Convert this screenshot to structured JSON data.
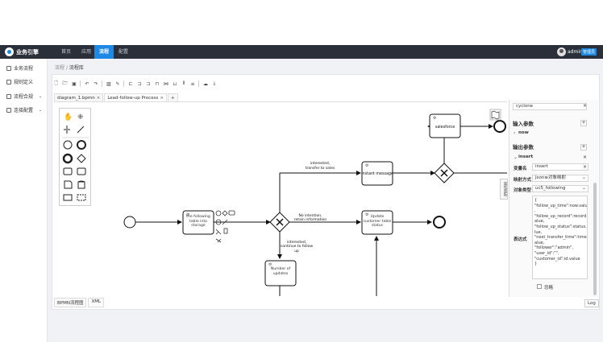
{
  "app": {
    "title": "业务引擎",
    "user": "admin",
    "badge": "管理员"
  },
  "nav": [
    {
      "label": "首页"
    },
    {
      "label": "应用"
    },
    {
      "label": "流程"
    },
    {
      "label": "配置"
    }
  ],
  "sidebar": [
    {
      "label": "业务流程"
    },
    {
      "label": "规则定义"
    },
    {
      "label": "流程合规"
    },
    {
      "label": "连接配置"
    }
  ],
  "breadcrumb": {
    "root": "流程",
    "sep": "/",
    "current": "流程库"
  },
  "tabs": [
    {
      "label": "diagram_1.bpmn"
    },
    {
      "label": "Lead-follow-up Process"
    },
    {
      "label": "+"
    }
  ],
  "diagram": {
    "tasks": {
      "storage": "the following table into storage",
      "instant": "Instant message",
      "salesforce": "salesforce",
      "update": "Update customer table status",
      "number": "Number of updates"
    },
    "flows": {
      "interested_line1": "interested,",
      "interested_line2": "transfer to sales",
      "no_intent_line1": "No intention,",
      "no_intent_line2": "retain information",
      "followup_line1": "interested,",
      "followup_line2": "continue to follow",
      "followup_line3": "up"
    }
  },
  "bottom_tabs": [
    {
      "label": "BPMN流程图"
    },
    {
      "label": "XML"
    }
  ],
  "log_label": "Log",
  "props": {
    "side_tab": "属性面板",
    "top_value": "cyclone",
    "input_params": "输入参数",
    "now": "now",
    "output_params": "输出参数",
    "insert_header": "insert",
    "var_name_label": "变量名",
    "var_name_value": "insert",
    "mapping_label": "映射方式",
    "mapping_value": "Json≡对象映射",
    "obj_type_label": "对象类型",
    "obj_type_value": "uc5_following",
    "expr_label": "表达式",
    "expr_lines": [
      "{",
      "\"follow_up_time\":now.value",
      ",",
      "\"follow_up_record\":record.v",
      "alue,",
      "\"follow_up_status\":status.va",
      "lue,",
      "\"next_transfer_time\":time.v",
      "alue,",
      "\"follower\":\"admin\",",
      "\"user_id\":\"\",",
      "\"customer_id\":id.value",
      "}"
    ],
    "ignore_label": "忽略"
  }
}
